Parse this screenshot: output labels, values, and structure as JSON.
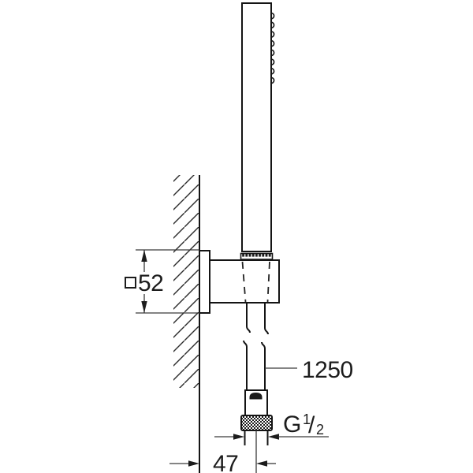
{
  "figure": {
    "title": "hand-shower-with-wall-holder-and-hose-dimension-drawing",
    "background_color": "#ffffff",
    "outline_color": "#141414",
    "dimension_color": "#3a3a3a"
  },
  "labels": {
    "holder_size": {
      "symbol": "□",
      "value": "52"
    },
    "hose_length": {
      "value": "1250"
    },
    "thread": {
      "letter": "G",
      "numerator": "1",
      "slash": "/",
      "denominator": "2"
    },
    "wall_distance": {
      "value": "47"
    }
  }
}
